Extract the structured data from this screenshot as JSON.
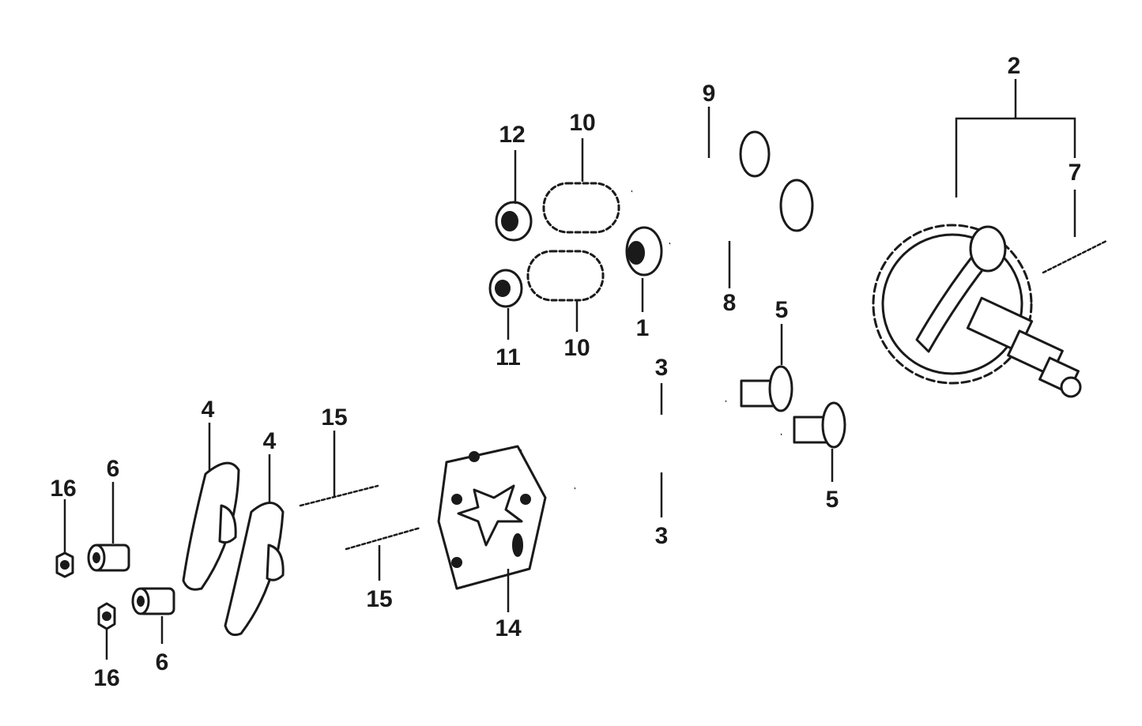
{
  "callouts": {
    "c1": "1",
    "c2": "2",
    "c3a": "3",
    "c3b": "3",
    "c4a": "4",
    "c4b": "4",
    "c5a": "5",
    "c5b": "5",
    "c6a": "6",
    "c6b": "6",
    "c7": "7",
    "c8": "8",
    "c9": "9",
    "c10a": "10",
    "c10b": "10",
    "c11": "11",
    "c12": "12",
    "c14": "14",
    "c15a": "15",
    "c15b": "15",
    "c16a": "16",
    "c16b": "16"
  }
}
